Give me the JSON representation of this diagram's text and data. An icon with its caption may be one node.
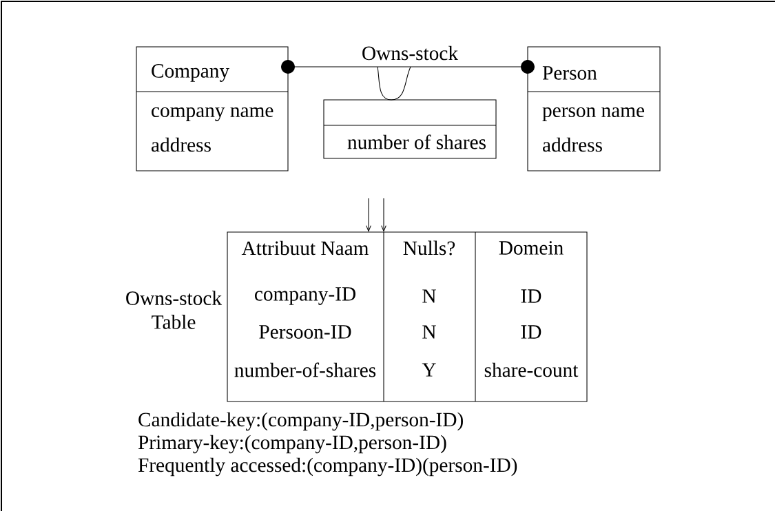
{
  "diagram": {
    "nodes": [
      {
        "text": [
          "Company",
          "company name",
          "address"
        ]
      },
      {
        "text": [
          "Person",
          "person name",
          "address"
        ]
      },
      {
        "text": [
          "number of shares"
        ]
      },
      {
        "text": [
          "Attribuut Naam",
          "Nulls?",
          "Domein",
          "company-ID",
          "N",
          "ID",
          "Persoon-ID",
          "N",
          "ID",
          "number-of-shares",
          "Y",
          "share-count"
        ],
        "beside": [
          "Owns-stock Table"
        ]
      }
    ],
    "edges": [
      {
        "from": 0,
        "to": 1,
        "arrow": "other",
        "label": "Owns-stock"
      },
      {
        "from": 2,
        "to": null,
        "arrow": "none"
      },
      {
        "from": null,
        "to": 3,
        "arrow": "to"
      },
      {
        "from": null,
        "to": 3,
        "arrow": "to"
      }
    ],
    "labels": [
      "Candidate-key:(company-ID,person-ID)",
      "Primary-key:(company-ID,person-ID)",
      "Frequently accessed:(company-ID)(person-ID)"
    ]
  }
}
